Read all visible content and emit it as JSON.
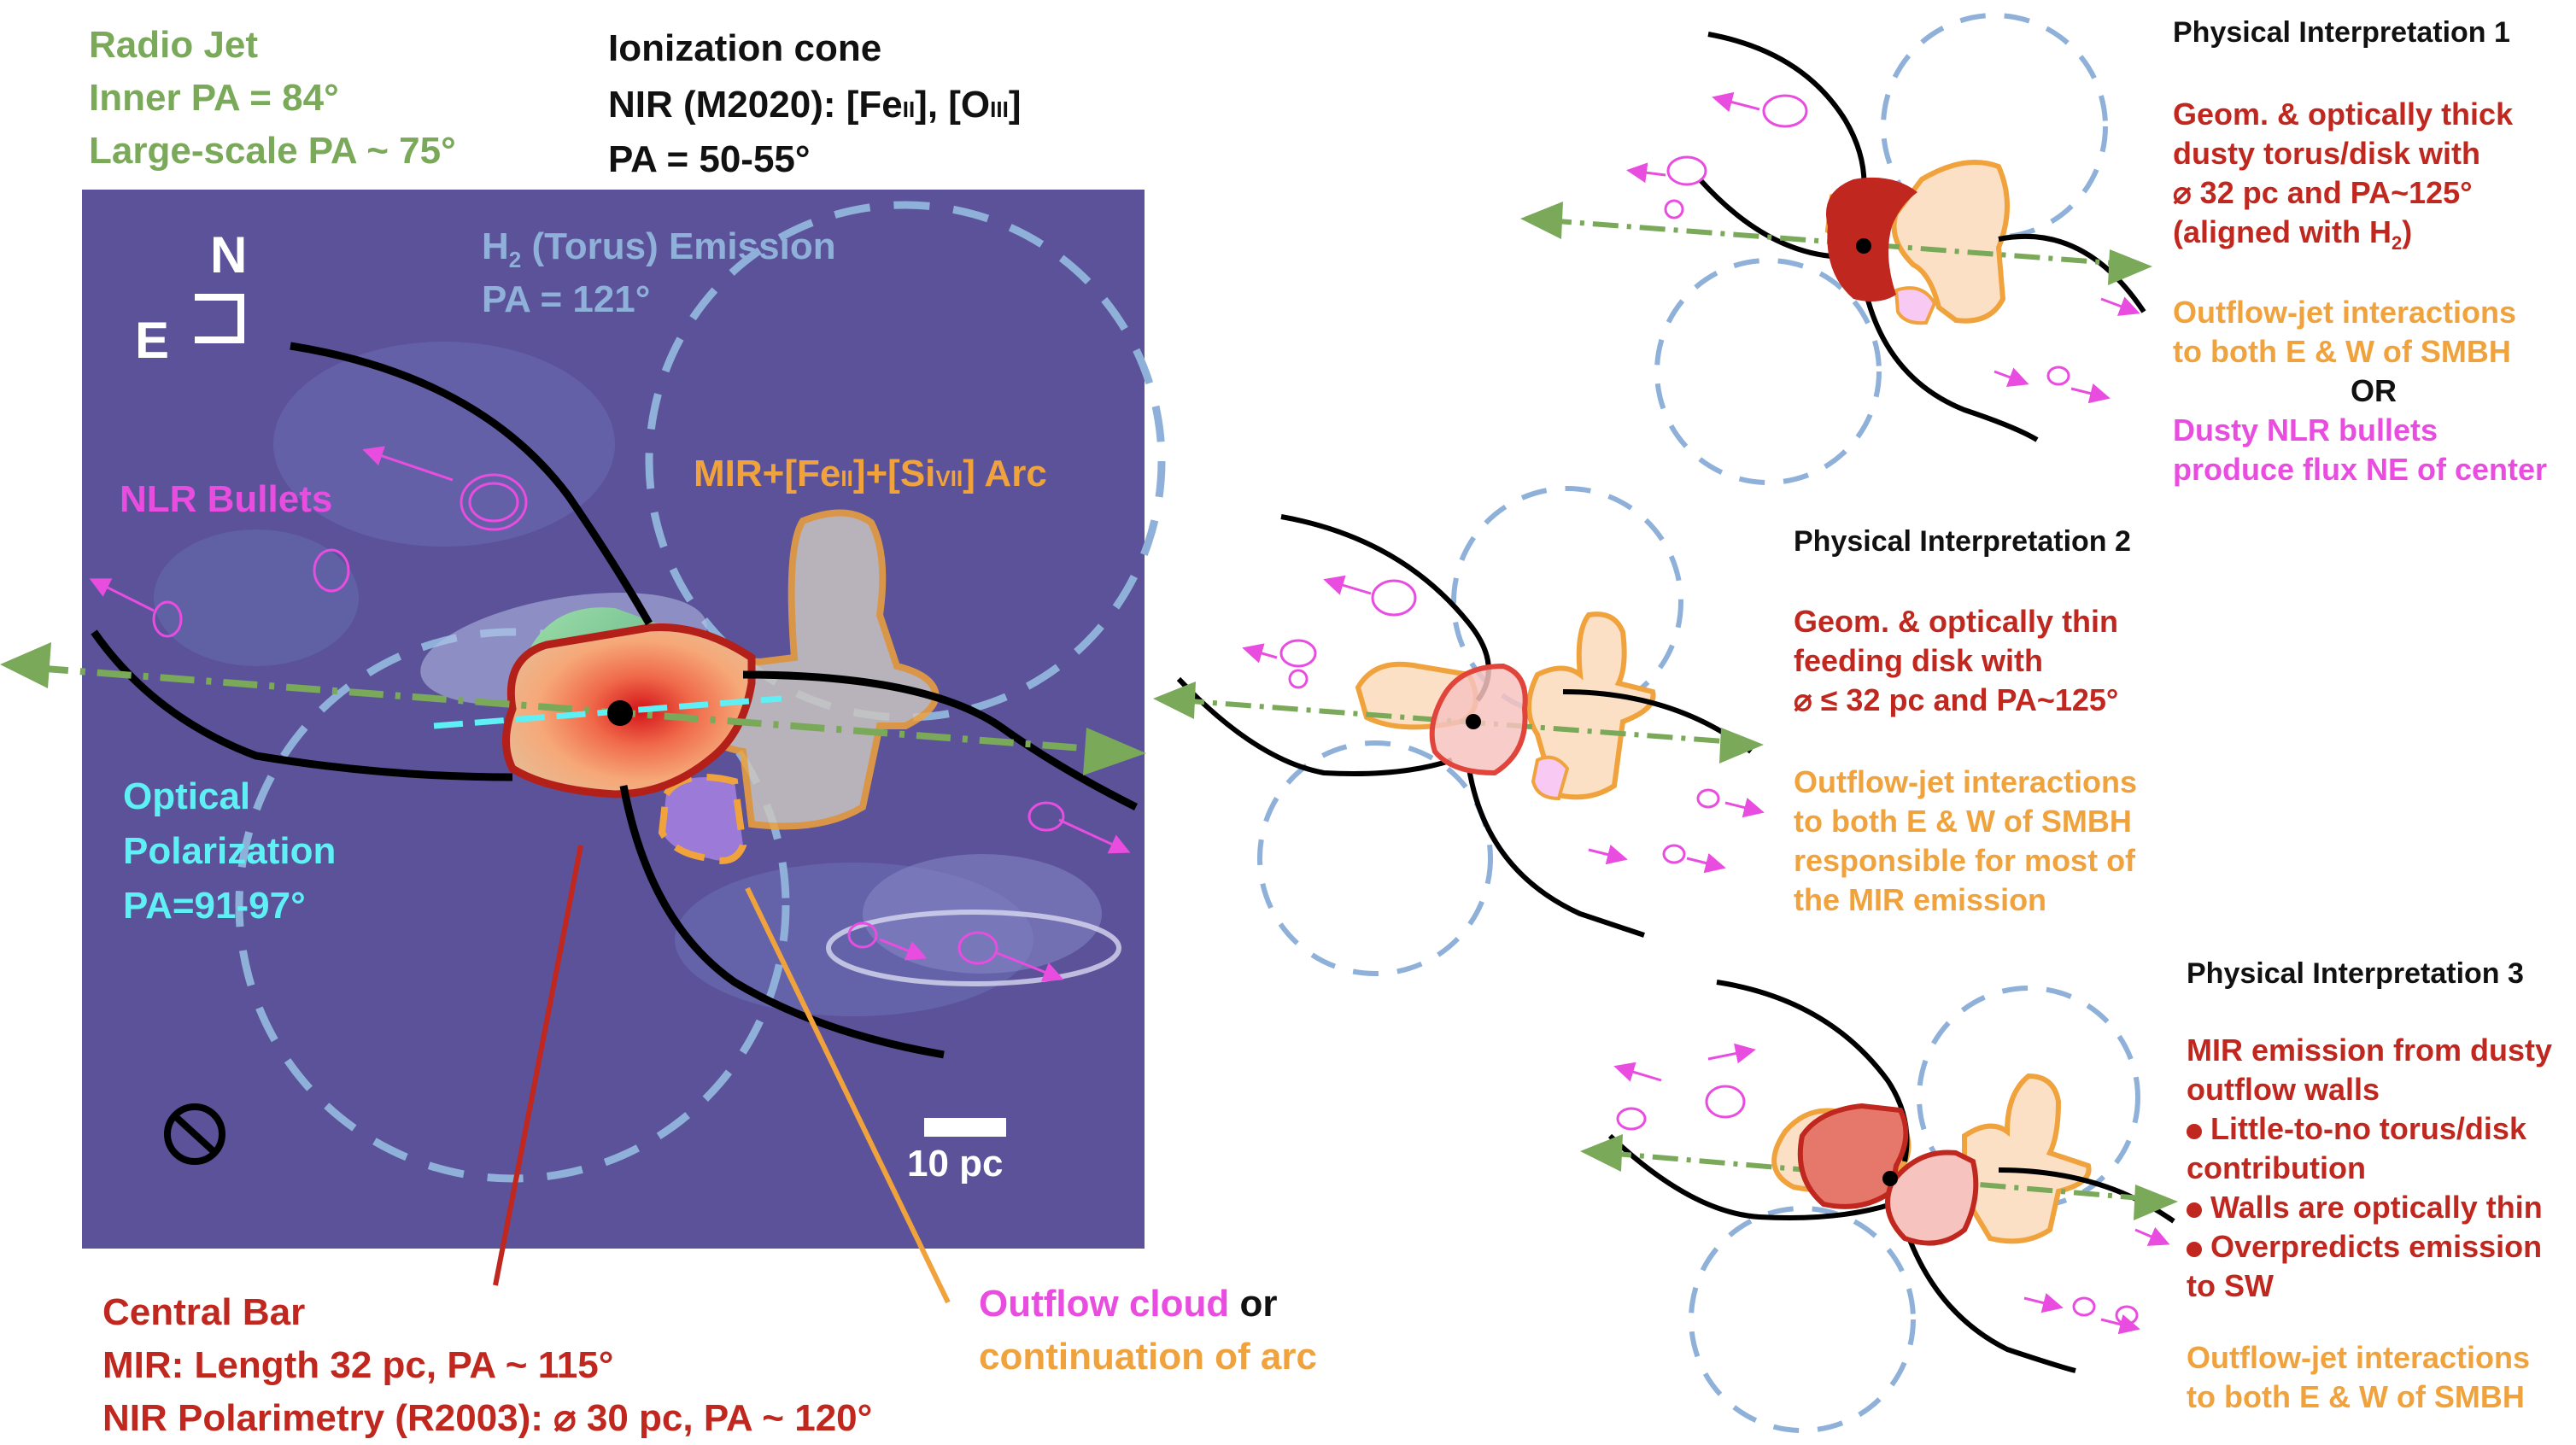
{
  "radio_jet": {
    "title": "Radio Jet",
    "inner_pa": "Inner PA = 84°",
    "large_pa": "Large-scale PA ~ 75°"
  },
  "ionization": {
    "title": "Ionization cone",
    "nir_prefix": "NIR (M2020): [Fe",
    "nir_fe_sub": "II",
    "nir_mid": "], [O",
    "nir_o_sub": "III",
    "nir_end": "]",
    "pa": "PA = 50-55°"
  },
  "panel": {
    "compass_n": "N",
    "compass_e": "E",
    "h2_prefix": "H",
    "h2_sub": "2",
    "h2_suffix": " (Torus) Emission",
    "h2_pa": "PA = 121°",
    "nlr_bullets": "NLR Bullets",
    "arc_a": "MIR+[Fe",
    "arc_fe_sub": "II",
    "arc_b": "]+[Si",
    "arc_si_sub": "VII",
    "arc_c": "] Arc",
    "optical_1": "Optical",
    "optical_2": "Polarization",
    "optical_3": "PA=91-97°",
    "scale": "10 pc"
  },
  "central_bar": {
    "title": "Central Bar",
    "mir": "MIR: Length 32 pc, PA ~ 115°",
    "nir": "NIR Polarimetry (R2003): ⌀ 30 pc, PA ~ 120°"
  },
  "outflow": {
    "part1": "Outflow cloud",
    "part2": " or",
    "part3": "continuation of arc"
  },
  "interp1": {
    "title": "Physical Interpretation 1",
    "l1": "Geom. & optically thick",
    "l2": "dusty torus/disk with",
    "l3": "⌀ 32 pc and PA~125°",
    "l4_a": "(aligned with H",
    "l4_sub": "2",
    "l4_b": ")",
    "o1": "Outflow-jet interactions",
    "o2": "to both E & W of SMBH",
    "or": "OR",
    "m1": "Dusty NLR bullets",
    "m2": "produce flux NE of center"
  },
  "interp2": {
    "title": "Physical Interpretation 2",
    "l1": "Geom. & optically thin",
    "l2": "feeding disk with",
    "l3": "⌀ ≤ 32 pc and PA~125°",
    "o1": "Outflow-jet interactions",
    "o2": "to both E & W of SMBH",
    "o3": "responsible for most of",
    "o4": "the MIR emission"
  },
  "interp3": {
    "title": "Physical Interpretation 3",
    "l1": "MIR emission from dusty",
    "l2": "outflow walls",
    "b1": "Little-to-no torus/disk",
    "b1b": "contribution",
    "b2": "Walls are optically thin",
    "b3": "Overpredicts emission",
    "b3b": "to SW",
    "o1": "Outflow-jet interactions",
    "o2": "to both E & W of SMBH"
  },
  "colors": {
    "jet_green": "#7aa95a",
    "torus_blue": "#8fb1d9",
    "nlr_magenta": "#e94de0",
    "arc_orange": "#f0a23c",
    "bar_red": "#c0271e",
    "polarization_cyan": "#5ef0f4",
    "panel_background": "#5b5299"
  }
}
